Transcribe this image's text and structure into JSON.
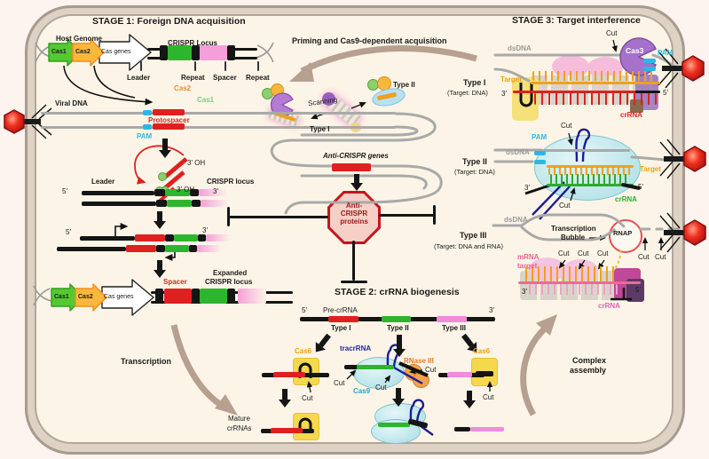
{
  "stage1": {
    "title": "STAGE 1: Foreign DNA acquisition",
    "host_genome": "Host Genome",
    "crispr_locus": "CRISPR Locus",
    "cas1": "Cas1",
    "cas2": "Cas2",
    "cas_genes": "Cas genes",
    "leader": "Leader",
    "repeat": "Repeat",
    "spacer": "Spacer",
    "repeat2": "Repeat",
    "viral_dna": "Viral DNA",
    "cas2_free": "Cas2",
    "cas1_free": "Cas1",
    "protospacer": "Protospacer",
    "pam": "PAM",
    "oh_top": "3′ OH",
    "oh_bottom": "3′ OH",
    "leader2": "Leader",
    "crispr_locus2": "CRISPR locus",
    "five_prime": "5′",
    "three_prime": "3′",
    "five_prime2": "5′",
    "three_prime2": "3′",
    "spacer_new": "Spacer",
    "expanded1": "Expanded",
    "expanded2": "CRISPR locus",
    "transcription": "Transcription"
  },
  "acquisition": {
    "priming": "Priming and Cas9-dependent acquisition",
    "scanning": "Scanning",
    "type_i": "Type I",
    "type_ii": "Type II",
    "anti_genes": "Anti-CRISPR genes",
    "anti1": "Anti-",
    "anti2": "CRISPR",
    "anti3": "proteins"
  },
  "type_legend": {
    "t1": "Type I",
    "t1_target": "(Target: DNA)",
    "t2": "Type II",
    "t2_target": "(Target: DNA)",
    "t3": "Type III",
    "t3_target": "(Target: DNA and RNA)"
  },
  "stage2": {
    "title": "STAGE 2: crRNA biogenesis",
    "five_prime": "5′",
    "three_prime": "3′",
    "pre_crrna": "Pre-crRNA",
    "type_i": "Type I",
    "type_ii": "Type II",
    "type_iii": "Type III",
    "cas6_left": "Cas6",
    "cas6_right": "Cas6",
    "tracrrna": "tracrRNA",
    "rnase": "RNase III",
    "cas9": "Cas9",
    "mature1": "Mature",
    "mature2": "crRNAs",
    "complex1": "Complex",
    "complex2": "assembly"
  },
  "stage3": {
    "title": "STAGE 3: Target interference",
    "dsdna": "dsDNA",
    "cas3": "Cas3",
    "pam": "PAM",
    "target": "Target",
    "crrna": "crRNA",
    "five_prime": "5′",
    "three_prime": "3′",
    "bubble1": "Transcription",
    "bubble2": "Bubble",
    "rnap": "RNAP",
    "mrna1": "mRNA",
    "mrna2": "target"
  },
  "misc": {
    "cut": "Cut"
  },
  "colors": {
    "accent_red": "#e02020",
    "pam_cyan": "#29b8e5",
    "target_orange": "#f0a020",
    "crrna_green": "#2faa2f",
    "crrna_magenta": "#e060b8",
    "cas9_cyan": "#bfe6ea",
    "cas3_purple": "#a571cb",
    "brown_arrow": "#b7a090",
    "locus_pink": "#f49fd9"
  }
}
